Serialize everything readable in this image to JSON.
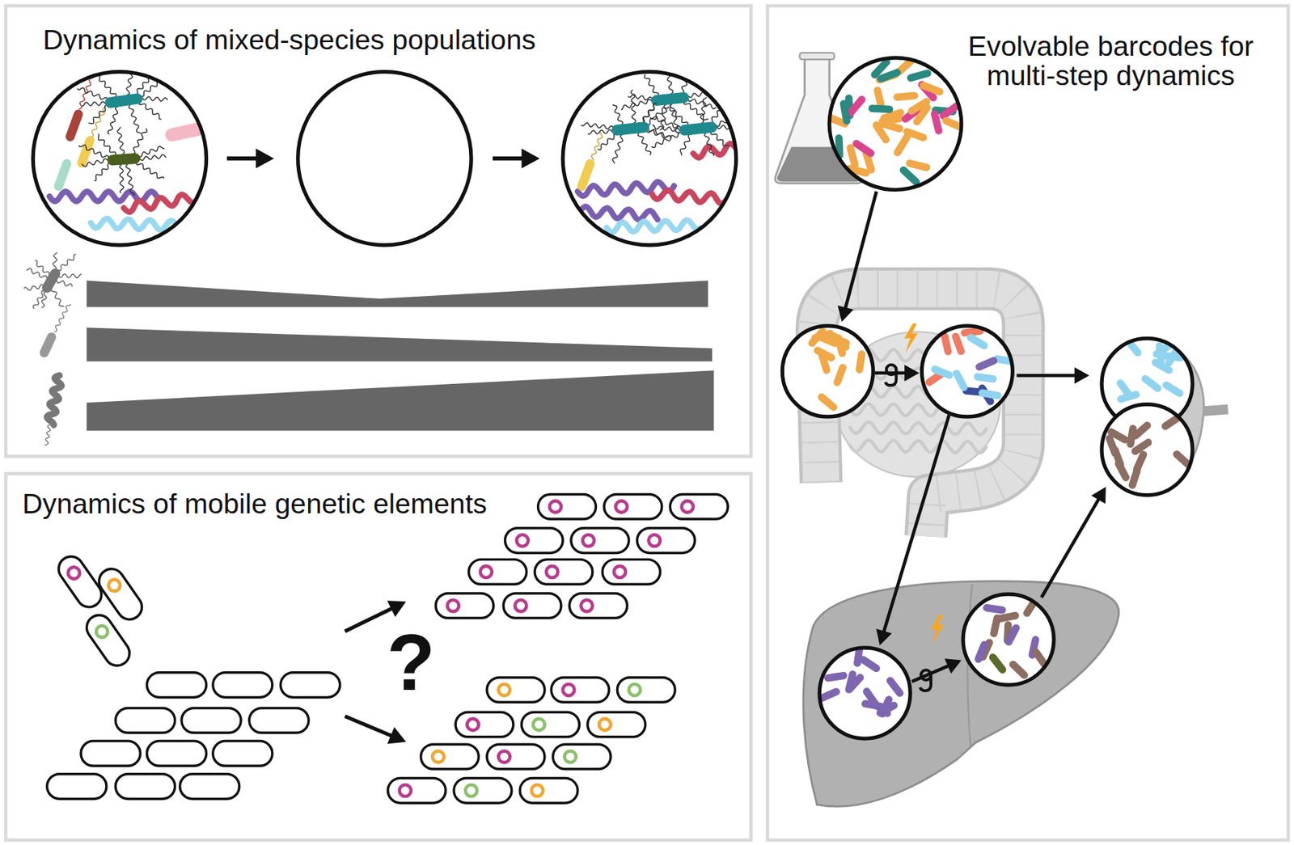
{
  "diagram": {
    "nodes": [
      {
        "text": [
          "Dynamics of mixed-species populations"
        ]
      },
      {
        "text": [
          "?"
        ],
        "in": 0
      },
      {
        "text": [
          "Dynamics of mobile genetic elements"
        ]
      },
      {
        "text": [
          "Evolvable barcodes for multi-step dynamics"
        ]
      }
    ],
    "labels": [
      "?"
    ]
  }
}
